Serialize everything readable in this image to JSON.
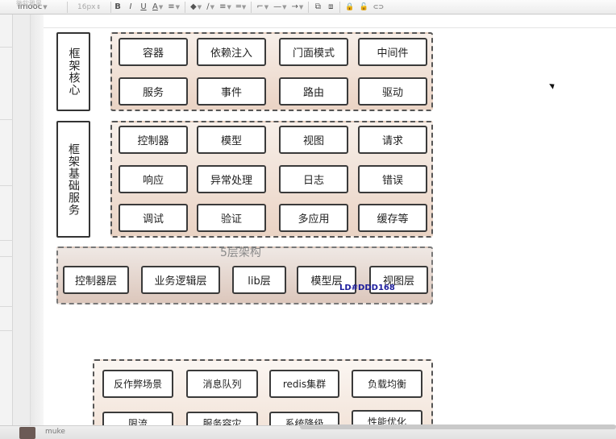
{
  "toolbar": {
    "font_name": "imooc",
    "font_name_ghost": "微软雅黑",
    "font_size": "16px",
    "bold": "B",
    "italic": "I",
    "underline": "U",
    "font_color": "A",
    "align": "≡",
    "fill": "◆",
    "line_color": "∕",
    "line_width": "≡",
    "line_style": "═",
    "connector": "⌐",
    "line_end": "—",
    "arrow": "→",
    "to_front": "⧉",
    "to_back": "⧈",
    "lock": "🔒",
    "unlock": "🔓",
    "link": "⊂⊃"
  },
  "diagram": {
    "core": {
      "label": "框架核心",
      "nodes": [
        "容器",
        "依赖注入",
        "门面模式",
        "中间件",
        "服务",
        "事件",
        "路由",
        "驱动"
      ]
    },
    "base": {
      "label": "框架基础服务",
      "nodes": [
        "控制器",
        "模型",
        "视图",
        "请求",
        "响应",
        "异常处理",
        "日志",
        "错误",
        "调试",
        "验证",
        "多应用",
        "缓存等"
      ]
    },
    "layers": {
      "title": "5层架构",
      "nodes": [
        "控制器层",
        "业务逻辑层",
        "lib层",
        "模型层",
        "视图层"
      ],
      "watermark": "LD#DDD168"
    },
    "extra": {
      "nodes": [
        "反作弊场景",
        "消息队列",
        "redis集群",
        "负载均衡",
        "限流",
        "服务容灾",
        "系统降级",
        "性能优化"
      ]
    }
  },
  "status": {
    "user": "muke"
  }
}
